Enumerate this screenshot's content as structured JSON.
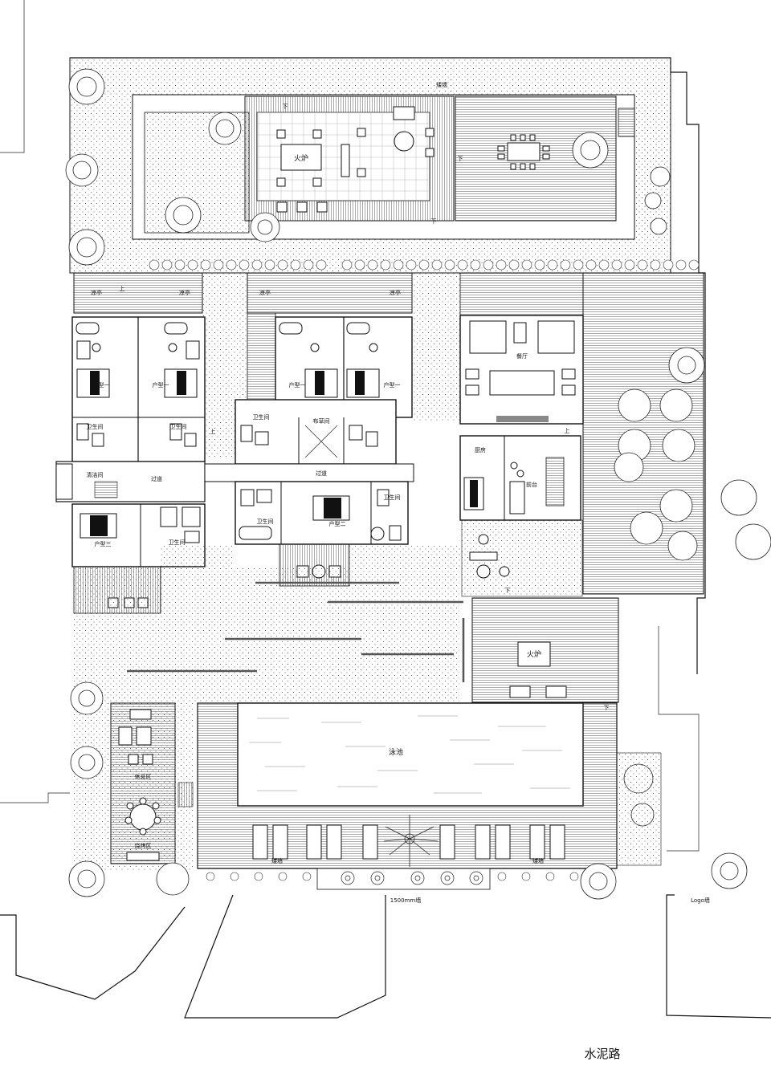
{
  "labels": {
    "low_wall_top": "矮墙",
    "fire_top": "火炉",
    "fire_right": "火炉",
    "pavilion_1": "凉亭",
    "pavilion_2": "凉亭",
    "pavilion_3": "凉亭",
    "pavilion_4": "凉亭",
    "room_type_1a": "户型一",
    "room_type_1b": "户型一",
    "room_type_1c": "户型一",
    "room_type_1d": "户型一",
    "room_type_2": "户型二",
    "room_type_3": "户型三",
    "bathroom_a": "卫生间",
    "bathroom_b": "卫生间",
    "bathroom_c": "卫生间",
    "bathroom_d": "卫生间",
    "bathroom_e": "卫生间",
    "bathroom_f": "卫生间",
    "linen_room": "布草间",
    "cleaning_room": "清洁间",
    "corridor_left": "过道",
    "corridor_mid": "过道",
    "restaurant": "餐厅",
    "kitchen": "厨房",
    "reception": "前台",
    "pool": "泳池",
    "rest_area": "休息区",
    "bbq_area": "烧烤区",
    "low_wall_bl": "矮墙",
    "low_wall_br": "矮墙",
    "wall_1500": "1500mm墙",
    "logo_wall": "Logo墙",
    "cement_road": "水泥路",
    "down_1": "下",
    "down_2": "下",
    "down_3": "下",
    "down_4": "下",
    "down_5": "下",
    "up_1": "上",
    "up_2": "上",
    "up_3": "上"
  },
  "colors": {
    "line": "#111111",
    "paper": "#ffffff"
  }
}
